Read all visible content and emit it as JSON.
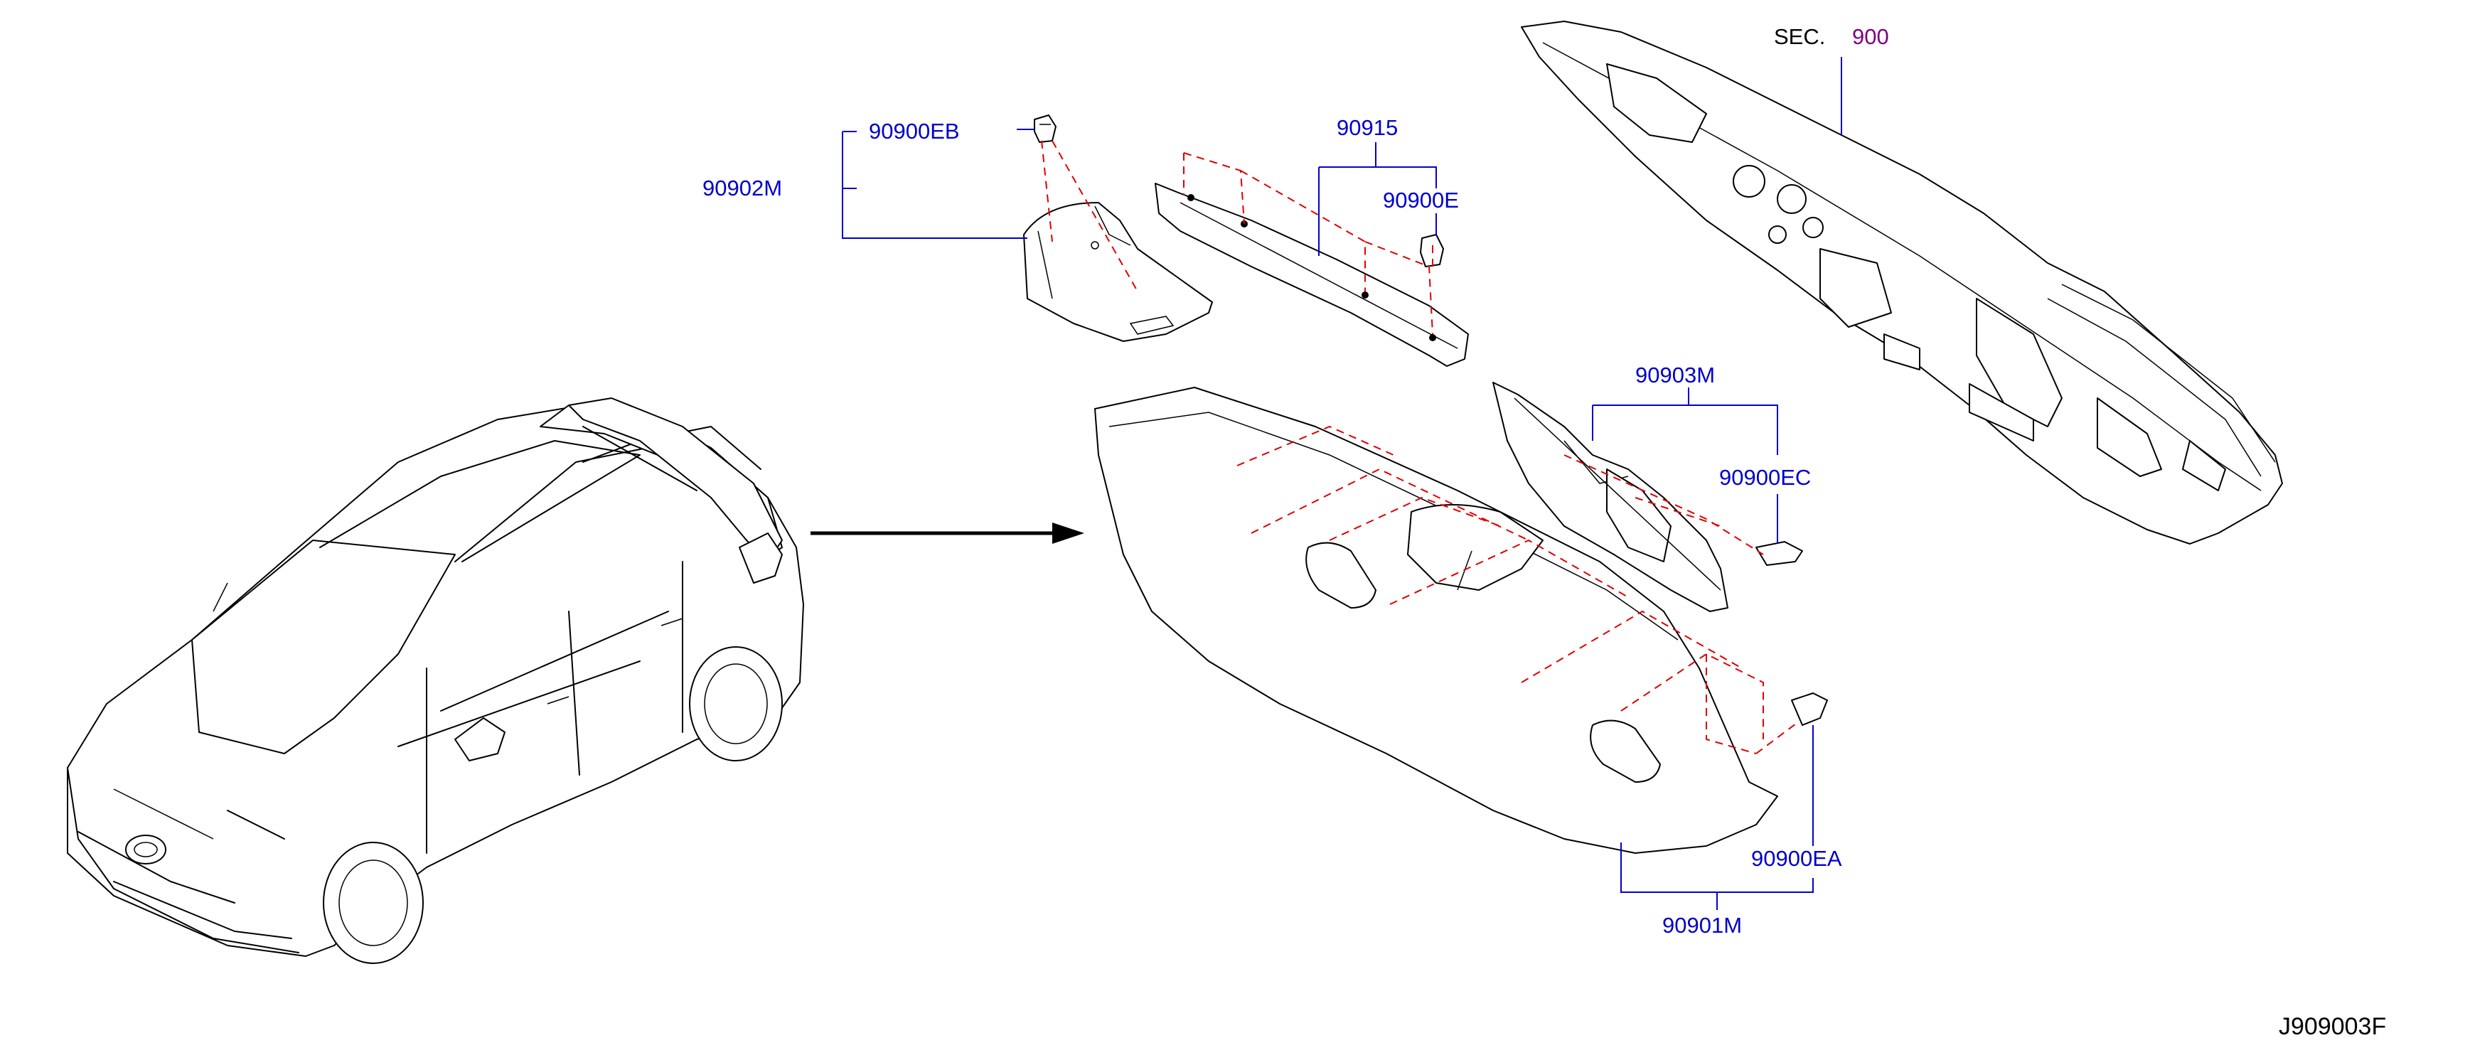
{
  "section_ref": {
    "prefix": "SEC.",
    "number": "900"
  },
  "parts": {
    "p90902M": "90902M",
    "p90900EB": "90900EB",
    "p90915": "90915",
    "p90900E": "90900E",
    "p90903M": "90903M",
    "p90900EC": "90900EC",
    "p90900EA": "90900EA",
    "p90901M": "90901M"
  },
  "diagram_code": "J909003F",
  "colors": {
    "part_label": "#0000cc",
    "section_number": "#800080",
    "phantom_line": "#e00000",
    "outline": "#000000"
  }
}
